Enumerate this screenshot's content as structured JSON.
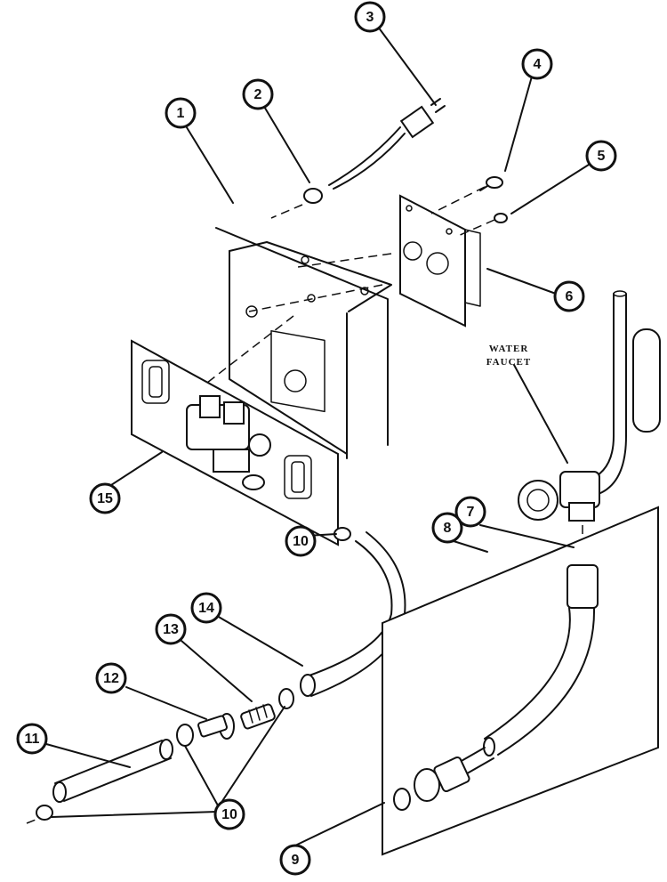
{
  "callouts": {
    "c1": "1",
    "c2": "2",
    "c3": "3",
    "c4": "4",
    "c5": "5",
    "c6": "6",
    "c7": "7",
    "c8": "8",
    "c9": "9",
    "c10a": "10",
    "c10b": "10",
    "c11": "11",
    "c12": "12",
    "c13": "13",
    "c14": "14",
    "c15": "15"
  },
  "annotation": {
    "line1": "WATER",
    "line2": "FAUCET"
  }
}
